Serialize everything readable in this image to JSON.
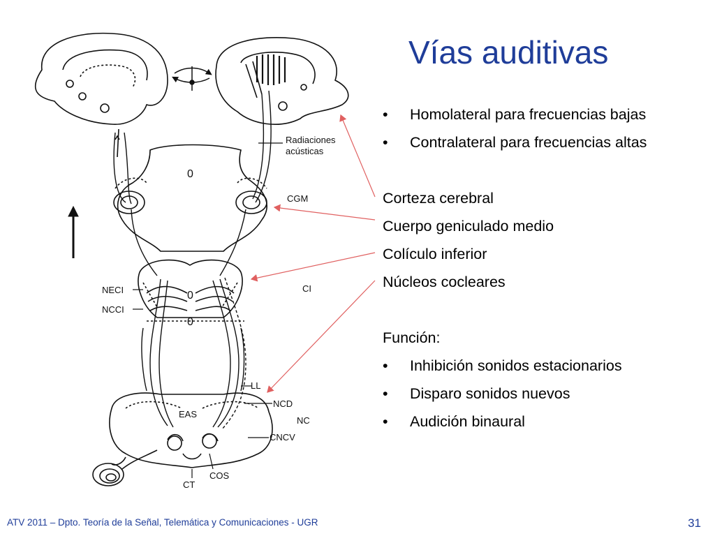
{
  "slide": {
    "title": "Vías auditivas",
    "bullets_top": [
      "Homolateral para frecuencias bajas",
      "Contralateral para frecuencias altas"
    ],
    "structures": [
      "Corteza cerebral",
      "Cuerpo geniculado medio",
      "Colículo inferior",
      "Núcleos cocleares"
    ],
    "function_heading": "Función:",
    "function_bullets": [
      "Inhibición sonidos estacionarios",
      "Disparo sonidos nuevos",
      "Audición binaural"
    ],
    "footer": "ATV 2011 – Dpto. Teoría de la Señal, Telemática y Comunicaciones - UGR",
    "page_number": "31"
  },
  "diagram": {
    "labels": {
      "radiaciones_1": "Radiaciones",
      "radiaciones_2": "acústicas",
      "cgm": "CGM",
      "neci": "NECI",
      "ci": "CI",
      "ncci": "NCCI",
      "ll": "LL",
      "ncd": "NCD",
      "eas": "EAS",
      "nc": "NC",
      "cncv": "CNCV",
      "cos": "COS",
      "ct": "CT",
      "zero_1": "0",
      "zero_2": "0",
      "zero_3": "0"
    },
    "colors": {
      "pointer_arrows": "#e06060",
      "title": "#1f3d99"
    }
  }
}
